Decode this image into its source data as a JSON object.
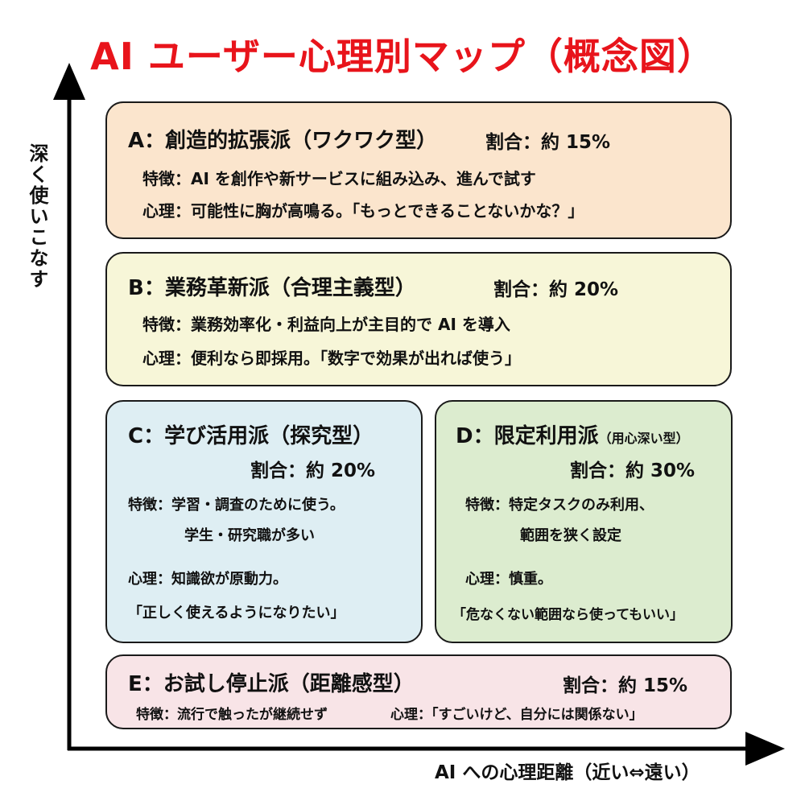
{
  "title": "AI ユーザー心理別マップ（概念図）",
  "y_axis_label": "深く使いこなす",
  "x_axis_label": "AI への心理距離（近い⇔遠い）",
  "colors": {
    "title": "#e8141b",
    "box_a": "#fbe5cd",
    "box_b": "#f7f6d8",
    "box_c": "#deeef3",
    "box_d": "#dceccf",
    "box_e": "#f8e4e7"
  },
  "groups": {
    "a": {
      "heading": "A：創造的拡張派（ワクワク型）",
      "ratio": "割合：約 15%",
      "feature": "特徴：AI を創作や新サービスに組み込み、進んで試す",
      "psychology": "心理：可能性に胸が高鳴る。「もっとできることないかな？」"
    },
    "b": {
      "heading": "B：業務革新派（合理主義型）",
      "ratio": "割合：約 20%",
      "feature": "特徴：業務効率化・利益向上が主目的で AI を導入",
      "psychology": "心理：便利なら即採用。「数字で効果が出れば使う」"
    },
    "c": {
      "heading": "C：学び活用派（探究型）",
      "ratio": "割合：約 20%",
      "feature_line1": "特徴：学習・調査のために使う。",
      "feature_line2": "学生・研究職が多い",
      "psychology": "心理：知識欲が原動力。",
      "quote": "「正しく使えるようになりたい」"
    },
    "d": {
      "heading": "D：限定利用派",
      "heading_sub": "（用心深い型）",
      "ratio": "割合：約 30%",
      "feature_line1": "特徴：特定タスクのみ利用、",
      "feature_line2": "範囲を狭く設定",
      "psychology": "心理：慎重。",
      "quote": "「危なくない範囲なら使ってもいい」"
    },
    "e": {
      "heading": "E：お試し停止派（距離感型）",
      "ratio": "割合：約 15%",
      "feature": "特徴：流行で触ったが継続せず",
      "psychology": "心理：「すごいけど、自分には関係ない」"
    }
  }
}
